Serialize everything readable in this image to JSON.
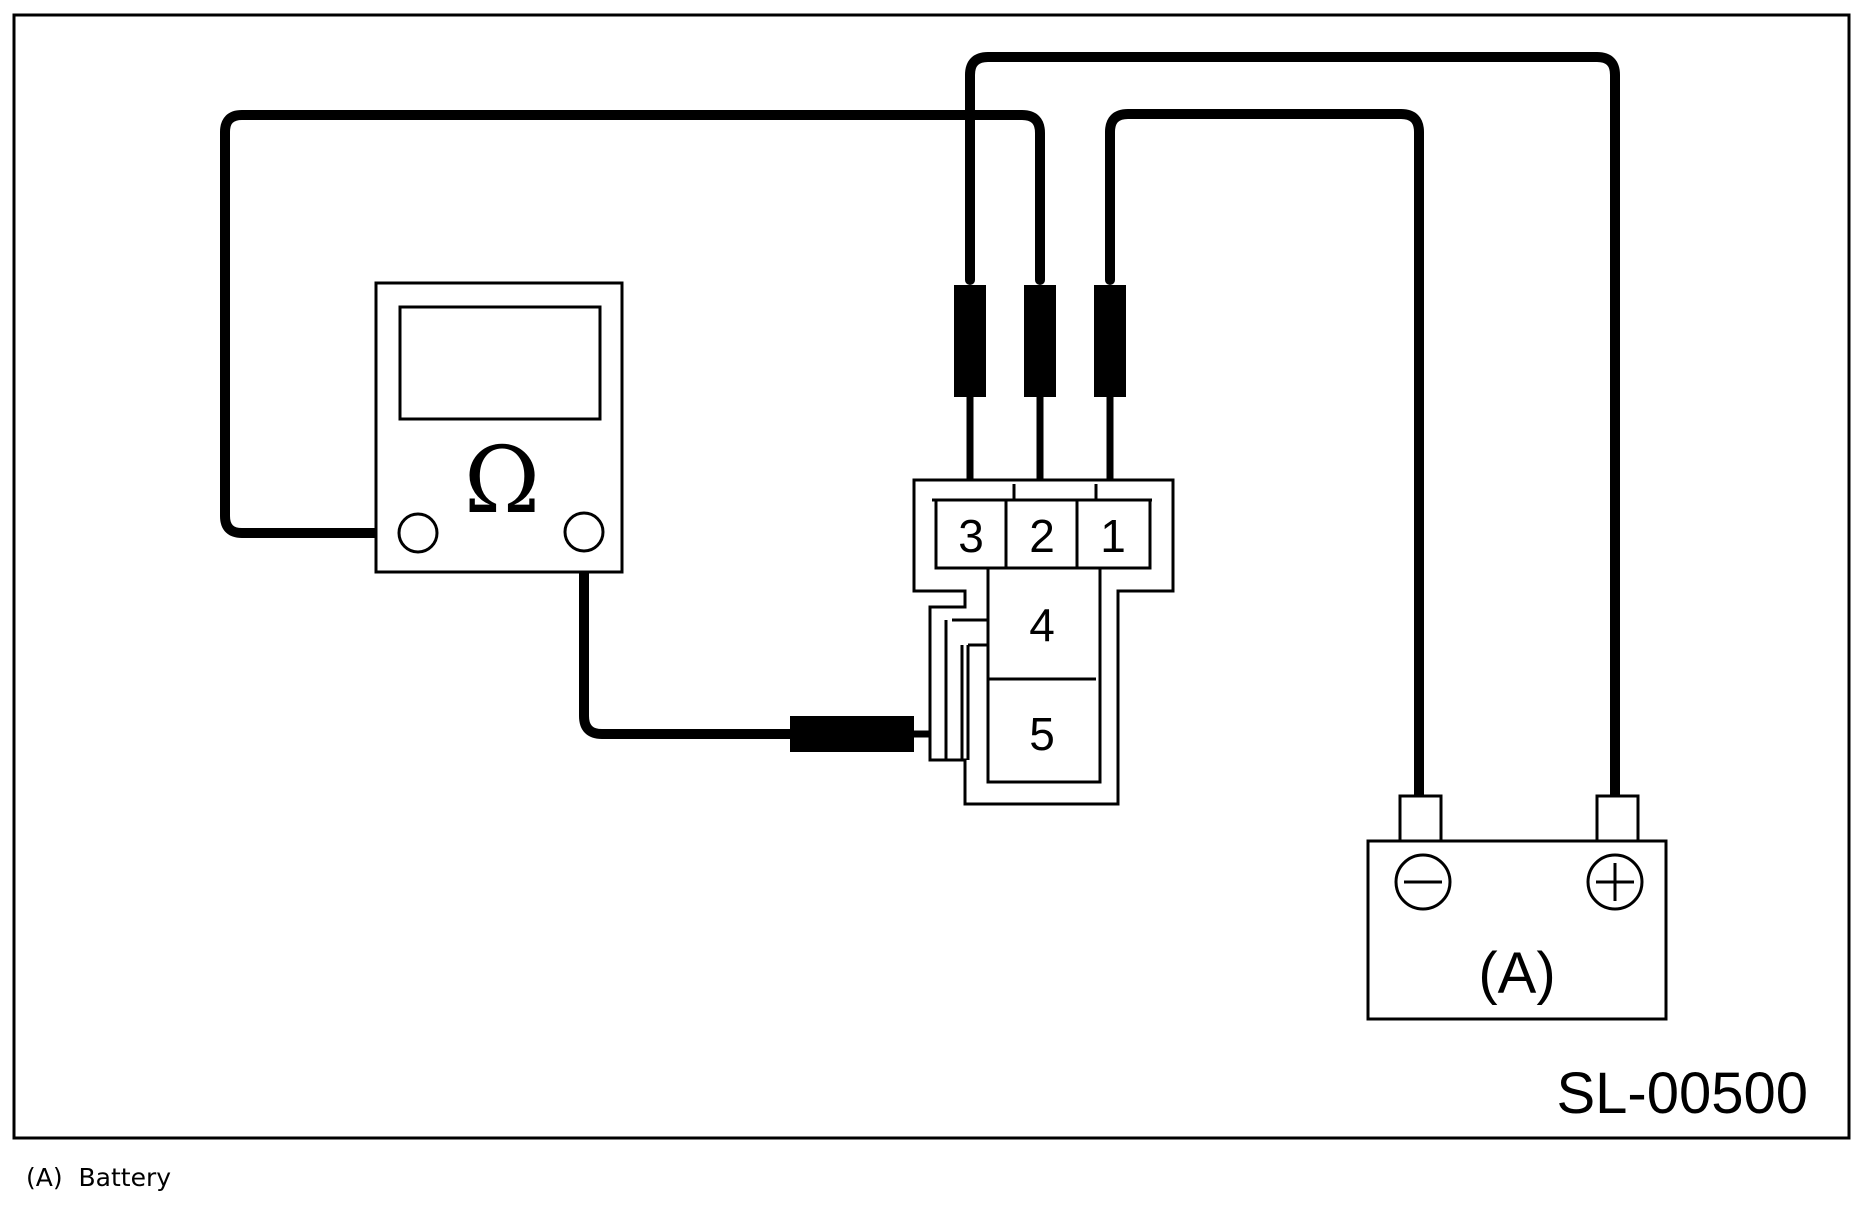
{
  "connector": {
    "pins": [
      "3",
      "2",
      "1",
      "4",
      "5"
    ]
  },
  "meter": {
    "symbol": "Ω"
  },
  "battery": {
    "label": "(A)",
    "negative": "−",
    "positive": "+"
  },
  "figure_id": "SL-00500",
  "legend": {
    "items": [
      {
        "key": "(A)",
        "text": "Battery"
      }
    ]
  }
}
